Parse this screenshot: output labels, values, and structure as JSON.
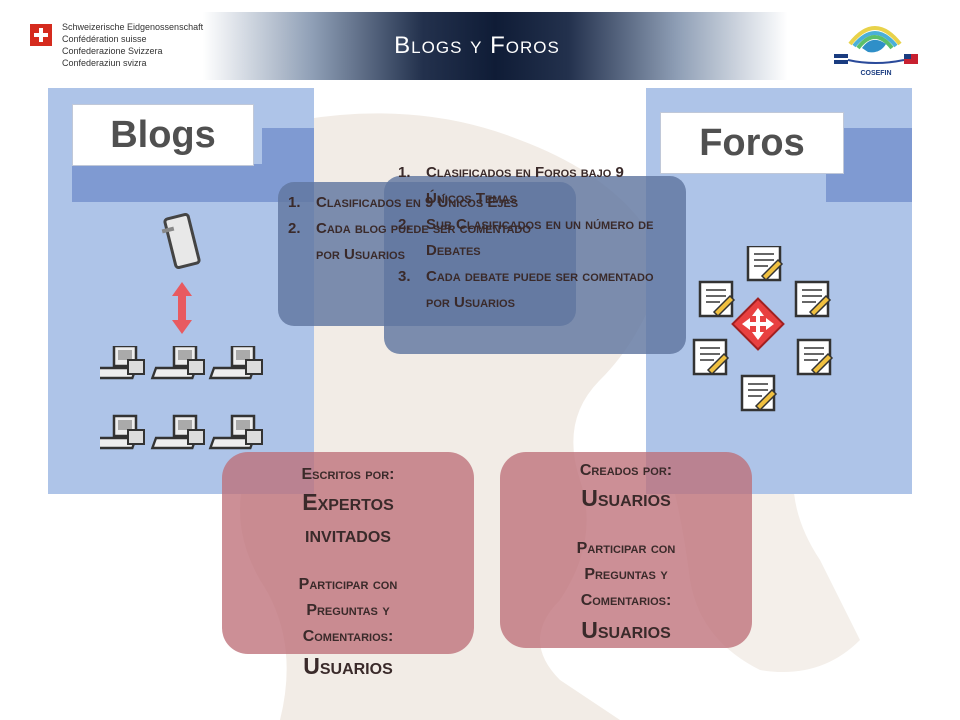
{
  "header": {
    "title": "Blogs y Foros",
    "confederation_names": [
      "Schweizerische Eidgenossenschaft",
      "Confédération suisse",
      "Confederazione Svizzera",
      "Confederaziun svizra"
    ],
    "logo_text": "COSEFIN"
  },
  "blogs": {
    "panel_title": "Blogs",
    "items": [
      {
        "num": "1.",
        "text": "Clasificados en 9 Únicos Ejes"
      },
      {
        "num": "2.",
        "text": "Cada blog puede ser comentado por Usuarios"
      }
    ],
    "box_small_1": "Escritos por:",
    "box_big_1": "Expertos invitados",
    "box_small_2": "Participar con Preguntas y Comentarios:",
    "box_big_2": "Usuarios"
  },
  "foros": {
    "panel_title": "Foros",
    "items": [
      {
        "num": "1.",
        "text": "Clasificados en Foros bajo 9 Únicos Temas"
      },
      {
        "num": "2.",
        "text": "Sub Clasificados en un número de Debates"
      },
      {
        "num": "3.",
        "text": "Cada debate puede ser comentado por Usuarios"
      }
    ],
    "box_small_1": "Creados por:",
    "box_big_1": "Usuarios",
    "box_small_2": "Participar con Preguntas y Comentarios:",
    "box_big_2": "Usuarios"
  },
  "colors": {
    "panel_bg": "#aec4e8",
    "overlay_box": "#6076a0",
    "red_box": "#be7078",
    "header_dark": "#0f1c36"
  },
  "icons": [
    "swiss-flag-icon",
    "tablet-icon",
    "double-arrow-icon",
    "computer-icon",
    "document-pen-icon",
    "move-arrows-icon"
  ]
}
